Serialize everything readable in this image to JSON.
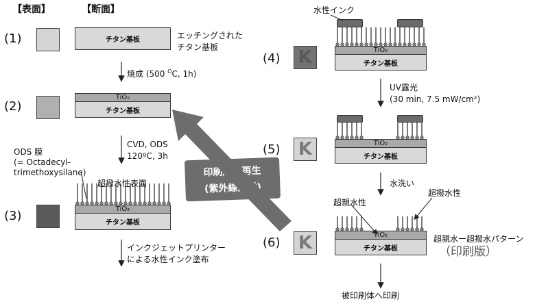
{
  "headers": {
    "surface": "【表面】",
    "section": "【断面】"
  },
  "steps": [
    "(1)",
    "(2)",
    "(3)",
    "(4)",
    "(5)",
    "(6)"
  ],
  "substrate_label": "チタン基板",
  "tio2_label": "TiO₂",
  "step1": {
    "caption_line1": "エッチングされた",
    "caption_line2": "チタン基板"
  },
  "arrow1": {
    "label": "焼成 (500 ",
    "sup": "O",
    "tail": "C, 1h)"
  },
  "arrow2": {
    "line1": "CVD, ODS",
    "line2": "120ºC, 3h"
  },
  "step3": {
    "ods_line1": "ODS 膜",
    "ods_line2": "(= Octadecyl-",
    "ods_line3": "trimethoxysilane)",
    "surface_label": "超撥水性表面"
  },
  "arrow3": {
    "line1": "インクジェットプリンター",
    "line2": "による水性インク塗布"
  },
  "balloon": {
    "line1": "印刷版の再生",
    "line2": "(紫外線照射)"
  },
  "step4": {
    "ink_label": "水性インク"
  },
  "arrow4": {
    "line1": "UV露光",
    "line2": "(30 min, 7.5 mW/cm²)"
  },
  "arrow5": {
    "label": "水洗い"
  },
  "step6": {
    "hydrophilic": "超親水性",
    "hydrophobic": "超撥水性",
    "pattern": "超親水ー超撥水パターン",
    "plate": "（印刷版）",
    "k_letter": "K"
  },
  "final": {
    "label": "被印刷体へ印刷"
  },
  "colors": {
    "substrate": "#d9d9d9",
    "tio2": "#a9a9a9",
    "ink": "#6b6b6b",
    "big_arrow": "#6d6d6d",
    "sq1": "#d4d4d4",
    "sq2": "#b0b0b0",
    "sq3": "#5a5a5a",
    "sq4": "#737373"
  }
}
